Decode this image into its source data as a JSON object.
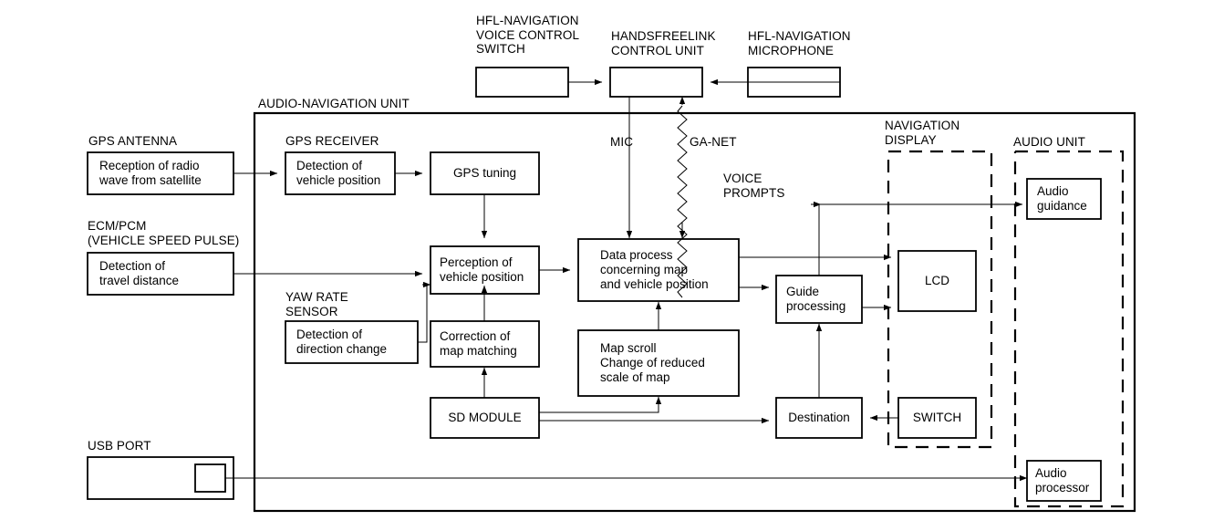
{
  "diagram": {
    "title": "Audio-Navigation System Block Diagram",
    "type": "block-diagram",
    "line_color": "#000000",
    "background": "#ffffff"
  },
  "groups": {
    "audio_navigation_unit": "AUDIO-NAVIGATION UNIT",
    "navigation_display": "NAVIGATION\nDISPLAY",
    "audio_unit": "AUDIO UNIT"
  },
  "external_labels": {
    "hfl_voice_switch": "HFL-NAVIGATION\nVOICE CONTROL\nSWITCH",
    "hfl_control_unit": "HANDSFREELINK\nCONTROL UNIT",
    "hfl_microphone": "HFL-NAVIGATION\nMICROPHONE",
    "gps_antenna": "GPS ANTENNA",
    "ecm_pcm": "ECM/PCM\n(VEHICLE SPEED PULSE)",
    "yaw_rate_sensor": "YAW RATE\nSENSOR",
    "usb_port": "USB PORT",
    "gps_receiver": "GPS RECEIVER"
  },
  "signal_labels": {
    "mic": "MIC",
    "ga_net": "GA-NET",
    "voice_prompts": "VOICE\nPROMPTS"
  },
  "boxes": {
    "hfl_voice_switch_box": "",
    "hfl_control_unit_box": "",
    "hfl_microphone_box": "",
    "gps_antenna_box": "Reception of radio\nwave from satellite",
    "ecm_pcm_box": "Detection of\ntravel distance",
    "yaw_rate_box": "Detection of\ndirection change",
    "usb_port_box": "",
    "gps_receiver_box": "Detection of\nvehicle position",
    "gps_tuning": "GPS tuning",
    "perception": "Perception of\nvehicle position",
    "correction": "Correction of\nmap matching",
    "sd_module": "SD MODULE",
    "data_process": "Data process\nconcerning map\nand vehicle position",
    "map_scroll": "Map scroll\nChange of reduced\nscale of map",
    "guide_processing": "Guide\nprocessing",
    "destination": "Destination",
    "lcd": "LCD",
    "switch": "SWITCH",
    "audio_guidance": "Audio\nguidance",
    "audio_processor": "Audio\nprocessor"
  }
}
